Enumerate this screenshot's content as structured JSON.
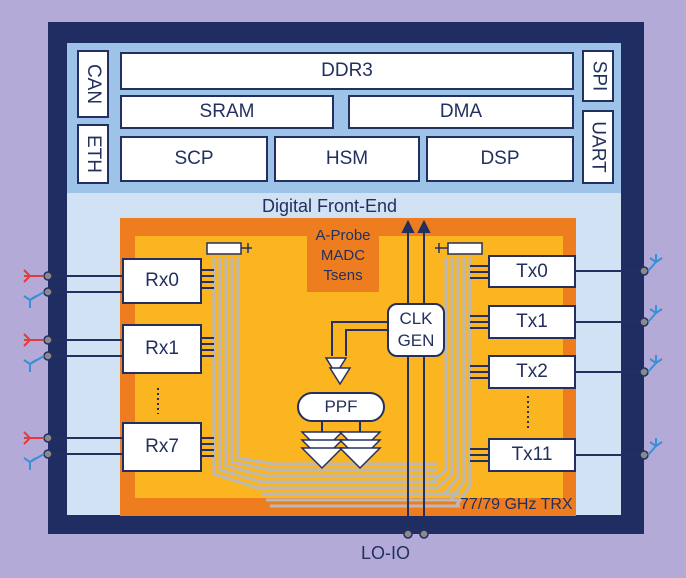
{
  "digital_blocks": {
    "can": "CAN",
    "eth": "ETH",
    "spi": "SPI",
    "uart": "UART",
    "ddr3": "DDR3",
    "sram": "SRAM",
    "dma": "DMA",
    "scp": "SCP",
    "hsm": "HSM",
    "dsp": "DSP"
  },
  "front_end_label": "Digital Front-End",
  "aprobe_lines": [
    "A-Probe",
    "MADC",
    "Tsens"
  ],
  "receivers": [
    "Rx0",
    "Rx1",
    "Rx7"
  ],
  "transmitters": [
    "Tx0",
    "Tx1",
    "Tx2",
    "Tx11"
  ],
  "clk_lines": [
    "CLK",
    "GEN"
  ],
  "ppf_label": "PPF",
  "trx_label": "77/79 GHz TRX",
  "lo_io_label": "LO-IO",
  "colors": {
    "chip_border": "#1f2d63",
    "digital_bg": "#9dc4e8",
    "rf_outer": "#ee7d1f",
    "rf_inner": "#fbb520",
    "rx_antenna": "#e53a3a",
    "tx_antenna": "#3a8fd6"
  }
}
